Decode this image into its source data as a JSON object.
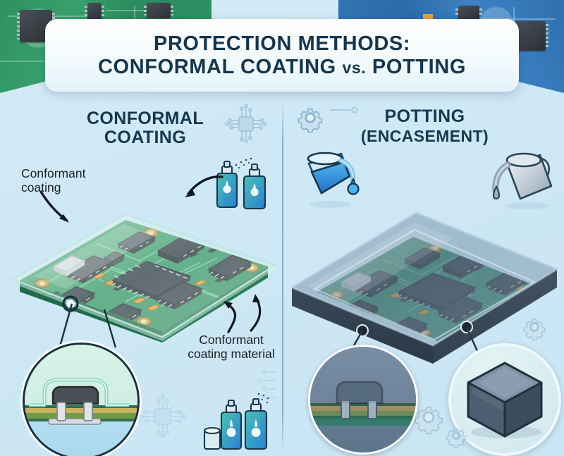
{
  "title": {
    "line1": "PROTECTION METHODS:",
    "line2_a": "CONFORMAL COATING ",
    "line2_vs": "vs.",
    "line2_b": " POTTING"
  },
  "sections": {
    "left": {
      "heading_line1": "CONFORMAL",
      "heading_line2": "COATING",
      "chip_icon": "circuit-chip-icon",
      "spray_icon": "spray-can-icon"
    },
    "right": {
      "heading": "POTTING",
      "heading_sub": "(ENCASEMENT)",
      "gear_icon": "gear-icon",
      "beaker_icon": "pouring-beaker-icon",
      "pitcher_icon": "pouring-pitcher-icon"
    }
  },
  "annotations": {
    "coating_label": "Conformant\ncoating",
    "coating_label_line1": "Conformant",
    "coating_label_line2": "coating",
    "material_label_line1": "Conformant",
    "material_label_line2": "coating material"
  },
  "insets": {
    "coating_closeup": "conformal-coating-cross-section",
    "potting_closeup": "potting-cross-section",
    "cube": "cured-resin-cube"
  },
  "colors": {
    "background": "#cfe8f5",
    "title_text": "#15364f",
    "heading_text": "#16384f",
    "pcb_green": "#3a9a6a",
    "potting_dark": "#3c4c5c",
    "accent_blue": "#2f82c4",
    "gold_pad": "#caa44a",
    "chip_black": "#33373d",
    "divider": "#649bbe"
  }
}
